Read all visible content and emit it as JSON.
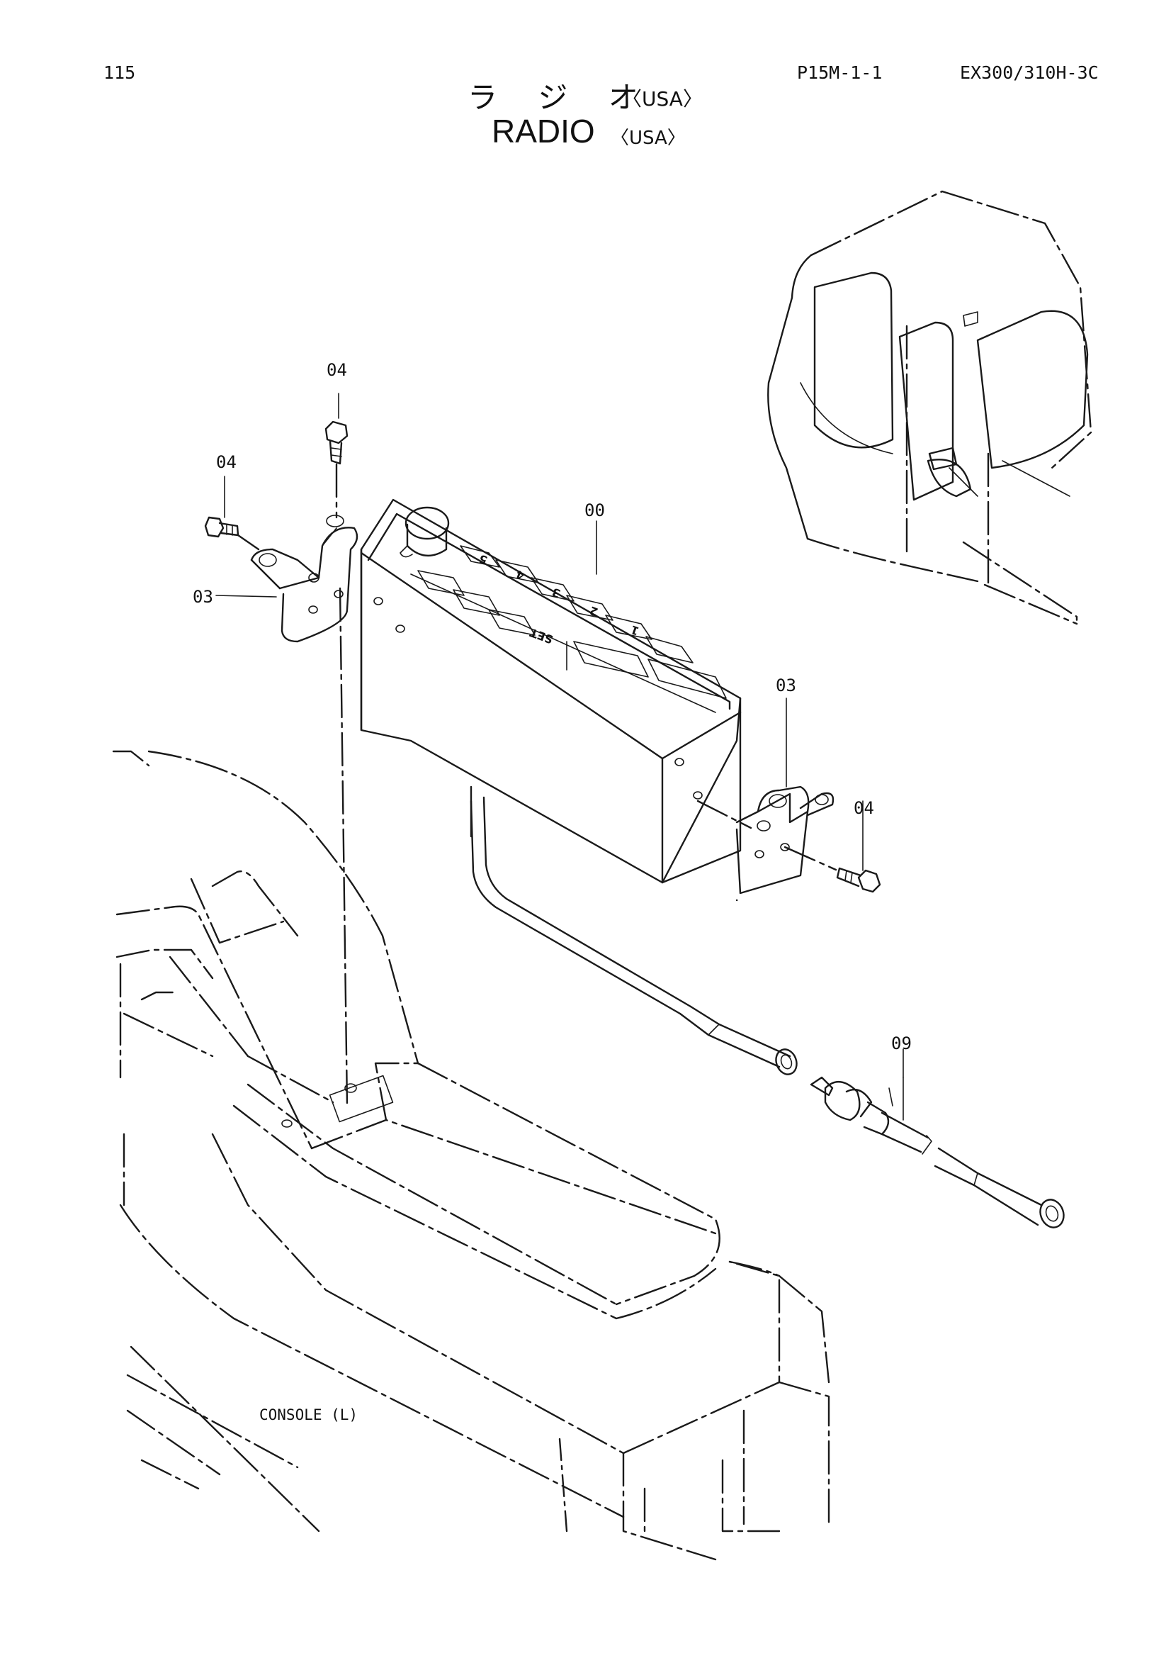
{
  "header": {
    "page_number": "115",
    "figure_code": "P15M-1-1",
    "model": "EX300/310H-3C",
    "title_jp": "ラ ジ オ",
    "title_jp_region": "〈USA〉",
    "title_en": "RADIO",
    "title_en_region": "〈USA〉"
  },
  "callouts": {
    "radio": "00",
    "bracket_left": "03",
    "bracket_right": "03",
    "bolt_top": "04",
    "bolt_left": "04",
    "bolt_right": "04",
    "antenna_cable": "09"
  },
  "radio_keys": {
    "k5": "5",
    "k4": "4",
    "k3": "3",
    "k2": "2",
    "k1": "1",
    "set": "SET"
  },
  "labels": {
    "console": "CONSOLE (L)"
  }
}
